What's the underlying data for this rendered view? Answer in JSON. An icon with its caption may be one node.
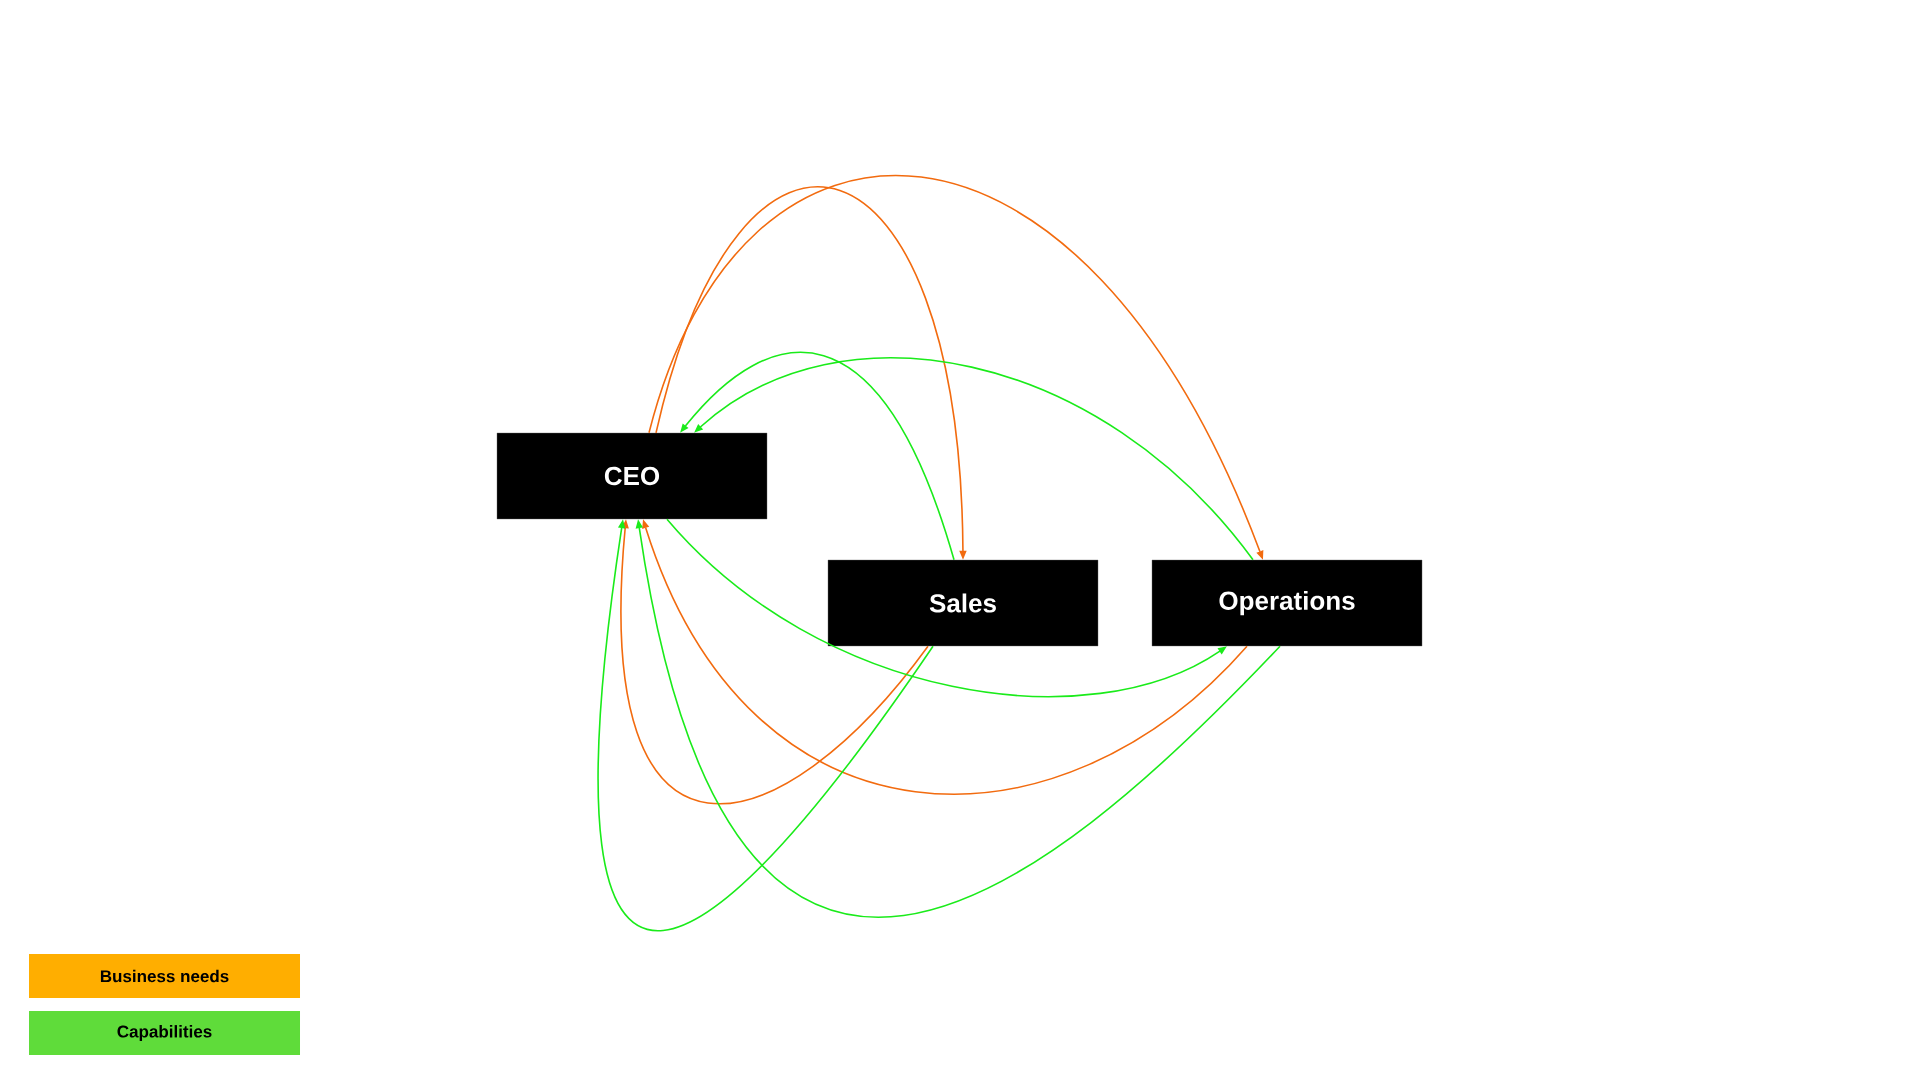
{
  "diagram": {
    "nodes": [
      {
        "text": [
          "CEO"
        ]
      },
      {
        "text": [
          "Sales"
        ]
      },
      {
        "text": [
          "Operations"
        ]
      }
    ],
    "edges": [
      {
        "from": 0,
        "to": 1,
        "arrow": "to",
        "color": "#f26b0f"
      },
      {
        "from": 0,
        "to": 2,
        "arrow": "to",
        "color": "#f26b0f"
      },
      {
        "from": 1,
        "to": 0,
        "arrow": "to",
        "color": "#f26b0f"
      },
      {
        "from": 2,
        "to": 0,
        "arrow": "to",
        "color": "#f26b0f"
      },
      {
        "from": 1,
        "to": 0,
        "arrow": "to"
      },
      {
        "from": 2,
        "to": 0,
        "arrow": "to"
      },
      {
        "from": 0,
        "to": 2,
        "arrow": "to"
      },
      {
        "from": 1,
        "to": 0,
        "arrow": "to"
      },
      {
        "from": 2,
        "to": 0,
        "arrow": "to"
      }
    ],
    "legend": [
      {
        "text": "Business needs",
        "color": "#ffae00"
      },
      {
        "text": "Capabilities",
        "color": "#5fdc3a"
      }
    ]
  }
}
